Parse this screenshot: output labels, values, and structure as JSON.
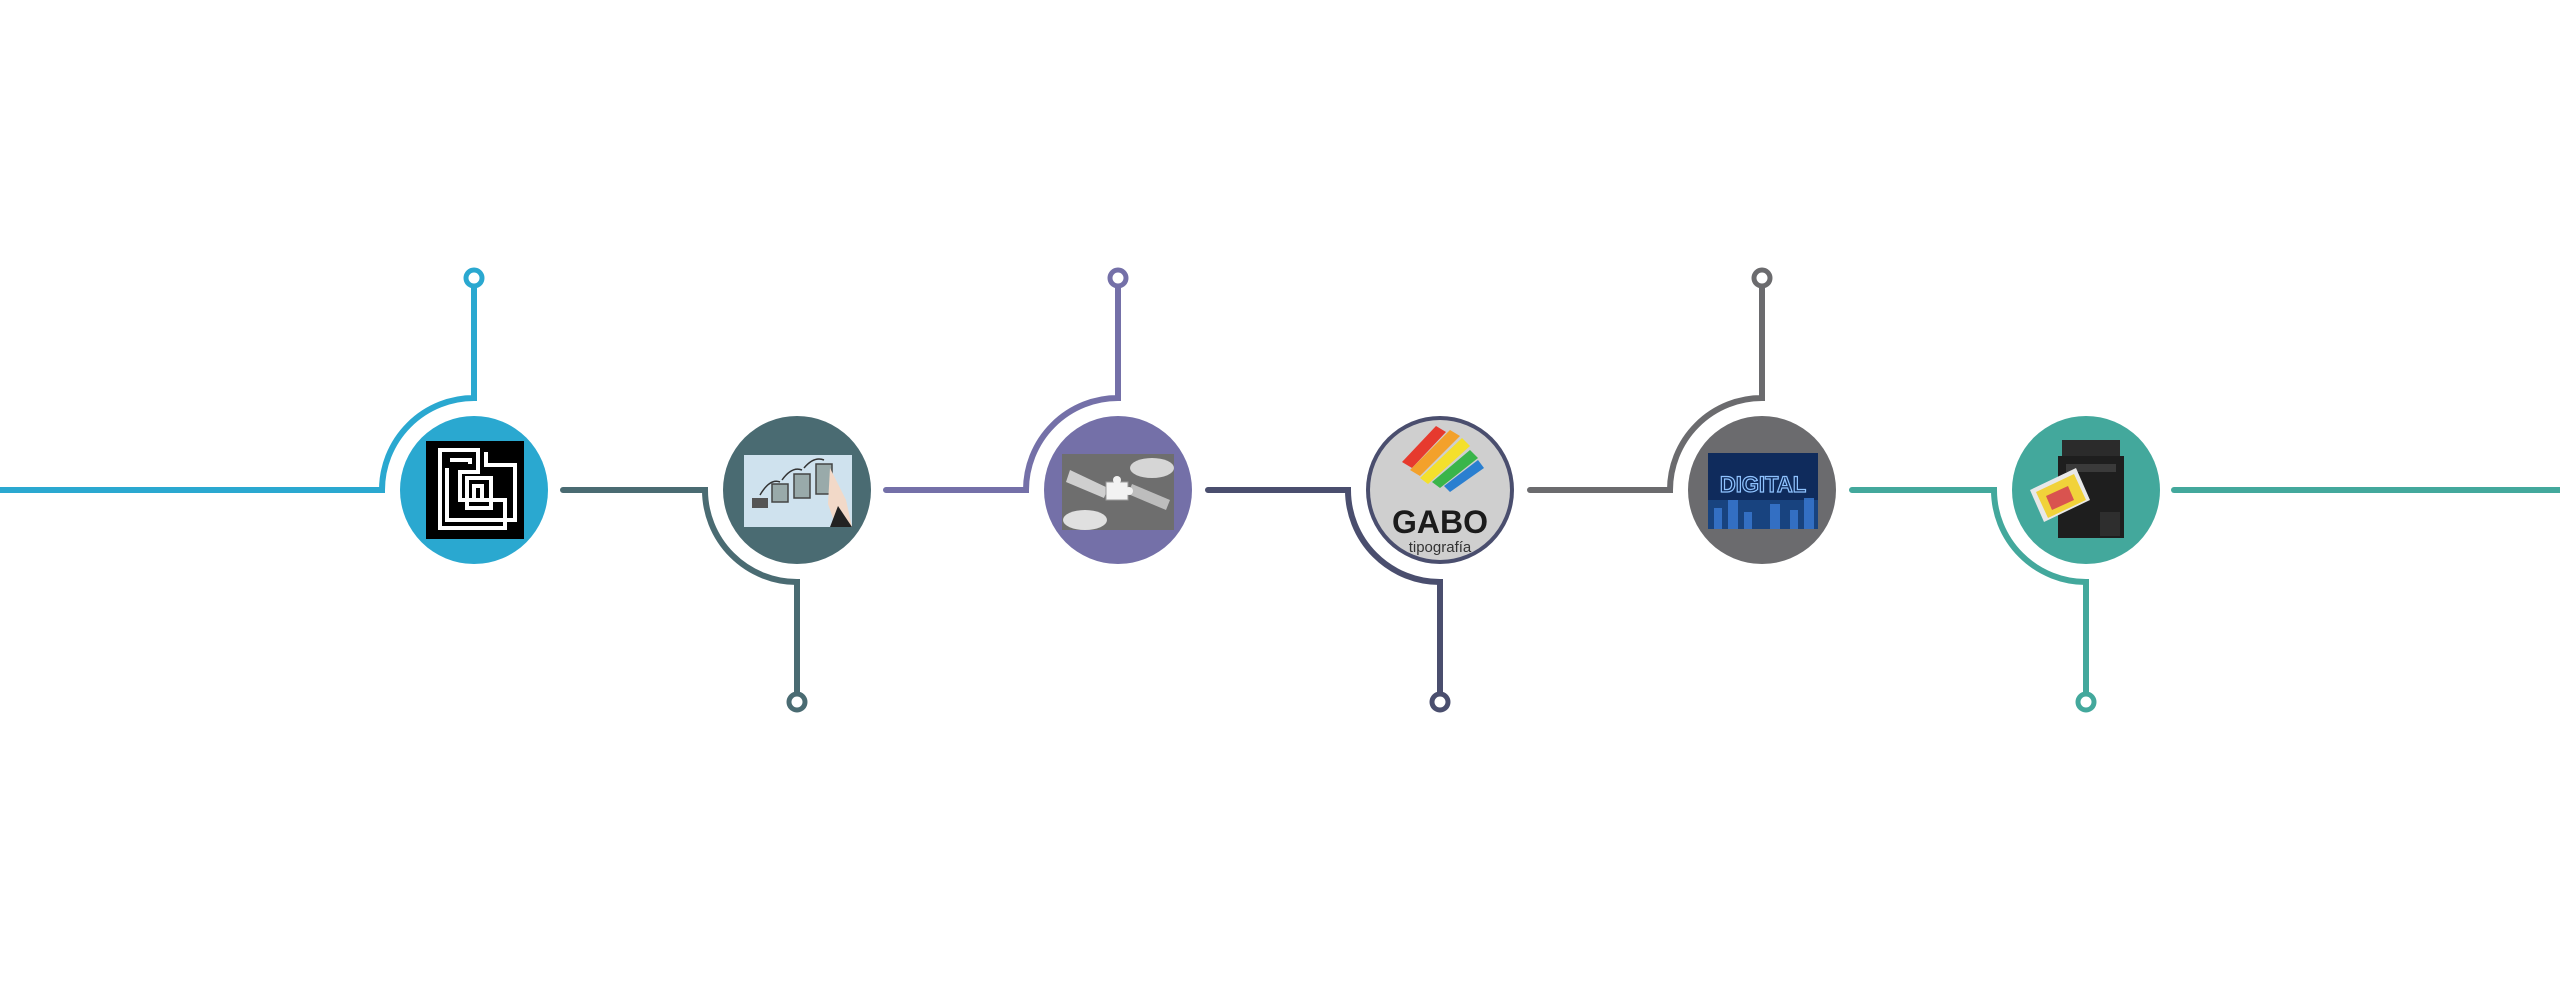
{
  "colors": {
    "blue": "#2aa8d0",
    "slate": "#4a6b72",
    "purple": "#7470a8",
    "navy": "#4a4e6e",
    "gray": "#6b6b6e",
    "teal": "#43a89c"
  },
  "nodes": [
    {
      "id": "logo-bbg",
      "color": "#2aa8d0",
      "pin": "up",
      "icon": "bbg-logo-icon"
    },
    {
      "id": "growth-chart",
      "color": "#4a6b72",
      "pin": "down",
      "icon": "growth-chart-photo-icon"
    },
    {
      "id": "puzzle",
      "color": "#7470a8",
      "pin": "up",
      "icon": "puzzle-photo-icon"
    },
    {
      "id": "gabo",
      "color": "#4a4e6e",
      "pin": "down",
      "icon": "gabo-logo-icon"
    },
    {
      "id": "digital",
      "color": "#6b6b6e",
      "pin": "up",
      "icon": "digital-photo-icon"
    },
    {
      "id": "printer",
      "color": "#43a89c",
      "pin": "down",
      "icon": "printer-photo-icon"
    }
  ],
  "gabo_logo": {
    "name": "GABO",
    "tagline": "tipografía"
  },
  "digital_photo": {
    "caption": "DIGITAL"
  }
}
